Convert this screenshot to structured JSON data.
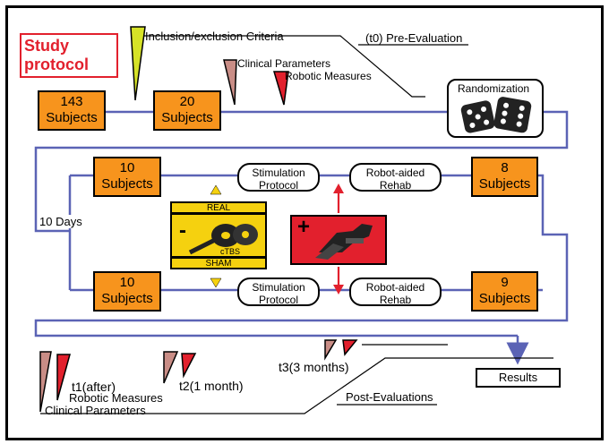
{
  "title": "Study protocol",
  "criteria_label": "Inclusion/exclusion Criteria",
  "pre_evaluation": "(t0) Pre-Evaluation",
  "clinical_parameters": "Clinical Parameters",
  "robotic_measures": "Robotic Measures",
  "randomization": "Randomization",
  "boxes": {
    "b143": {
      "count": "143",
      "unit": "Subjects"
    },
    "b20": {
      "count": "20",
      "unit": "Subjects"
    },
    "b10a": {
      "count": "10",
      "unit": "Subjects"
    },
    "b10b": {
      "count": "10",
      "unit": "Subjects"
    },
    "b8": {
      "count": "8",
      "unit": "Subjects"
    },
    "b9": {
      "count": "9",
      "unit": "Subjects"
    }
  },
  "stim1": {
    "line1": "Stimulation",
    "line2": "Protocol"
  },
  "stim2": {
    "line1": "Stimulation",
    "line2": "Protocol"
  },
  "rehab1": {
    "line1": "Robot-aided",
    "line2": "Rehab"
  },
  "rehab2": {
    "line1": "Robot-aided",
    "line2": "Rehab"
  },
  "days": "10 Days",
  "real": "REAL",
  "sham": "SHAM",
  "ctbs": "cTBS",
  "minus": "-",
  "plus": "+",
  "t1": "t1(after)",
  "t2": "t2(1 month)",
  "t3": "t3(3 months)",
  "post_robotic": "Robotic Measures",
  "post_clinical": "Clinical Parameters",
  "post_evaluations": "Post-Evaluations",
  "results": "Results",
  "colors": {
    "orange": "#f7941d",
    "blue": "#5b63b5",
    "red": "#e2202d",
    "yellow": "#f5d10f",
    "pink": "#c98d86"
  }
}
